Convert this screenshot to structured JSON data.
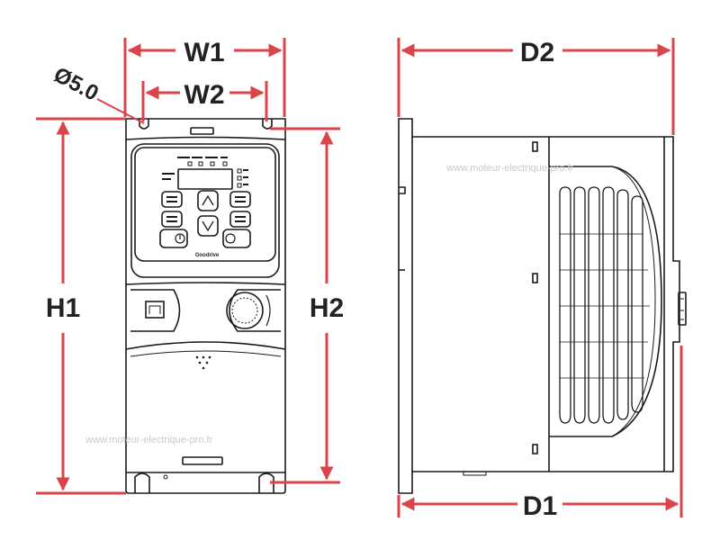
{
  "labels": {
    "w1": "W1",
    "w2": "W2",
    "h1": "H1",
    "h2": "H2",
    "d1": "D1",
    "d2": "D2",
    "hole": "Ø5.0"
  },
  "watermarks": {
    "front": "www.moteur-electrique-pro.fr",
    "side": "www.moteur-electrique-pro.fr"
  },
  "keypad": {
    "brand": "Goodrive"
  },
  "colors": {
    "dimension": "#d9454a",
    "outline": "#1a1a1a",
    "label": "#222222",
    "watermark": "#c9c9c9"
  }
}
